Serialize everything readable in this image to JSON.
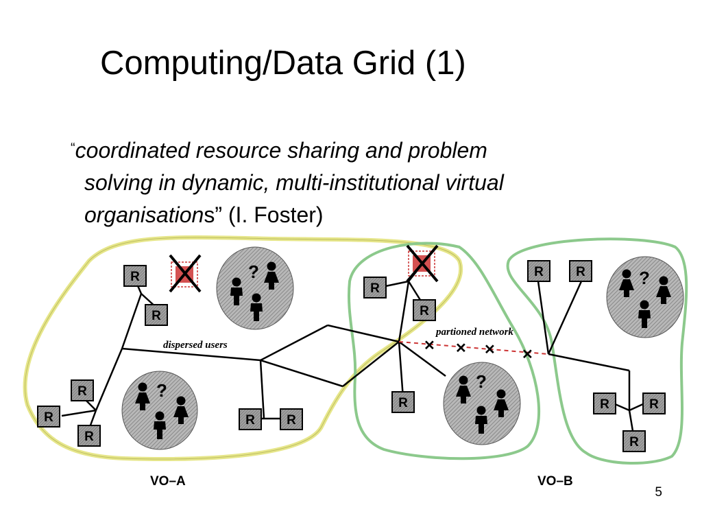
{
  "slide": {
    "title": "Computing/Data Grid (1)",
    "quote": {
      "open_mark": "“",
      "line1": "coordinated resource sharing and problem",
      "line2": "solving in dynamic, multi-institutional virtual",
      "line3_italic": "organisation",
      "line3_plain": "s” (I. Foster)"
    },
    "page_number": "5"
  },
  "diagram": {
    "resource_label": "R",
    "question_mark": "?",
    "dispersed_users_label": "dispersed users",
    "partitioned_network_label": "partioned network",
    "vo_a_label": "VO–A",
    "vo_b_label": "VO–B",
    "failure_mark": "✕"
  },
  "colors": {
    "vo_a_outline": "#e6e68a",
    "vo_b_outline": "#8cc98c",
    "resource_fill": "#9a9a9a",
    "user_group_fill": "#a8a8a8",
    "failed_resource": "#cc3333"
  }
}
